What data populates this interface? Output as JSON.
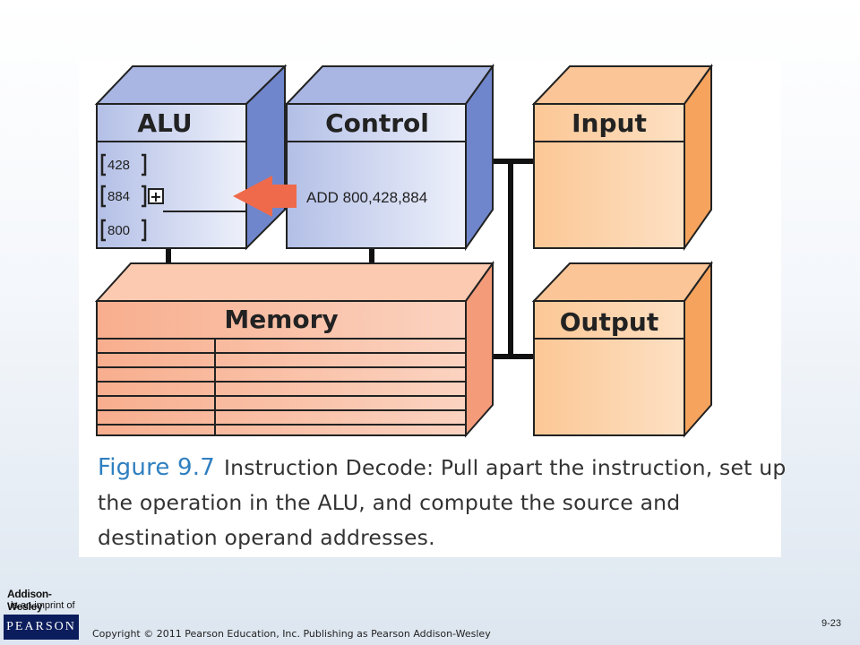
{
  "diagram": {
    "alu": {
      "title": "ALU",
      "registers": [
        "428",
        "884",
        "800"
      ],
      "operation_symbol": "+"
    },
    "control": {
      "title": "Control",
      "instruction": "ADD 800,428,884"
    },
    "input": {
      "title": "Input"
    },
    "memory": {
      "title": "Memory"
    },
    "output": {
      "title": "Output"
    },
    "colors": {
      "blue_front": "#c7cfe9",
      "blue_top": "#a9b6e3",
      "blue_side": "#6f86cc",
      "orange_front": "#fcd1a6",
      "orange_top": "#fbc597",
      "salmon_front": "#f7b496",
      "salmon_top": "#fbcab0",
      "arrow": "#ef6a4a",
      "bus": "#111111"
    }
  },
  "caption": {
    "label": "Figure 9.7",
    "text": "Instruction Decode: Pull apart the instruction, set up the operation in the ALU, and compute the source and destination operand addresses."
  },
  "footer": {
    "publisher_line1": "Addison-Wesley",
    "publisher_line2": "is an imprint of",
    "pearson": "PEARSON",
    "copyright": "Copyright © 2011 Pearson Education, Inc. Publishing as Pearson Addison-Wesley",
    "slide_number": "9-23"
  }
}
